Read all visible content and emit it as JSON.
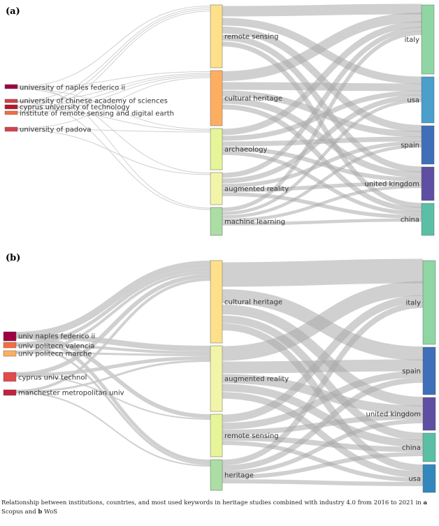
{
  "caption": {
    "text_a": "Relationship between institutions, countries, and most used keywords in heritage studies combined with industry 4.0 from 2016 to 2021 in ",
    "a_marker": "a",
    "text_b": " Scopus and ",
    "b_marker": "b",
    "text_c": " WoS"
  },
  "panels": [
    {
      "id": "a",
      "label": "(a)",
      "institutions": [
        {
          "name": "university of naples federico ii",
          "color": "#9e0142"
        },
        {
          "name": "university of chinese academy of sciences",
          "color": "#d53e4f"
        },
        {
          "name": "cyprus university of technology",
          "color": "#b2182b"
        },
        {
          "name": "institute of remote sensing and digital earth",
          "color": "#f46d43"
        },
        {
          "name": "university of padova",
          "color": "#d6404e"
        }
      ],
      "keywords": [
        {
          "name": "remote sensing",
          "color": "#fee08b"
        },
        {
          "name": "cultural heritage",
          "color": "#fdae61"
        },
        {
          "name": "archaeology",
          "color": "#e6f598"
        },
        {
          "name": "augmented reality",
          "color": "#f2f5a8"
        },
        {
          "name": "machine learning",
          "color": "#abdda4"
        }
      ],
      "countries": [
        {
          "name": "italy",
          "color": "#8fd6a4"
        },
        {
          "name": "usa",
          "color": "#4a9fcb"
        },
        {
          "name": "spain",
          "color": "#3f6fb8"
        },
        {
          "name": "united kingdom",
          "color": "#5e4fa2"
        },
        {
          "name": "china",
          "color": "#5bbfa5"
        }
      ],
      "links_inst_kw": [
        [
          0,
          0
        ],
        [
          0,
          1
        ],
        [
          0,
          2
        ],
        [
          0,
          3
        ],
        [
          0,
          4
        ],
        [
          1,
          0
        ],
        [
          1,
          1
        ],
        [
          1,
          4
        ],
        [
          2,
          0
        ],
        [
          2,
          1
        ],
        [
          2,
          2
        ],
        [
          3,
          0
        ],
        [
          3,
          1
        ],
        [
          4,
          1
        ],
        [
          4,
          2
        ],
        [
          4,
          3
        ]
      ],
      "links_kw_country": [
        [
          0,
          0
        ],
        [
          0,
          1
        ],
        [
          0,
          2
        ],
        [
          0,
          3
        ],
        [
          0,
          4
        ],
        [
          1,
          0
        ],
        [
          1,
          1
        ],
        [
          1,
          2
        ],
        [
          1,
          3
        ],
        [
          1,
          4
        ],
        [
          2,
          0
        ],
        [
          2,
          1
        ],
        [
          2,
          2
        ],
        [
          2,
          3
        ],
        [
          2,
          4
        ],
        [
          3,
          0
        ],
        [
          3,
          1
        ],
        [
          3,
          2
        ],
        [
          3,
          3
        ],
        [
          3,
          4
        ],
        [
          4,
          0
        ],
        [
          4,
          1
        ],
        [
          4,
          2
        ],
        [
          4,
          3
        ],
        [
          4,
          4
        ]
      ]
    },
    {
      "id": "b",
      "label": "(b)",
      "institutions": [
        {
          "name": "univ naples federico ii",
          "color": "#9e0142"
        },
        {
          "name": "univ politecn valencia",
          "color": "#f46d43"
        },
        {
          "name": "univ politecn marche",
          "color": "#fdae61"
        },
        {
          "name": "cyprus univ technol",
          "color": "#e34a4a"
        },
        {
          "name": "manchester metropolitan univ",
          "color": "#c2223f"
        }
      ],
      "keywords": [
        {
          "name": "cultural heritage",
          "color": "#fee08b"
        },
        {
          "name": "augmented reality",
          "color": "#f2f5a8"
        },
        {
          "name": "remote sensing",
          "color": "#e6f598"
        },
        {
          "name": "heritage",
          "color": "#abdda4"
        }
      ],
      "countries": [
        {
          "name": "italy",
          "color": "#8fd6a4"
        },
        {
          "name": "spain",
          "color": "#3f6fb8"
        },
        {
          "name": "united kingdom",
          "color": "#5e4fa2"
        },
        {
          "name": "china",
          "color": "#5bbfa5"
        },
        {
          "name": "usa",
          "color": "#3288bd"
        }
      ],
      "links_inst_kw": [
        [
          0,
          0
        ],
        [
          0,
          1
        ],
        [
          0,
          2
        ],
        [
          0,
          3
        ],
        [
          1,
          0
        ],
        [
          1,
          1
        ],
        [
          1,
          3
        ],
        [
          2,
          0
        ],
        [
          2,
          1
        ],
        [
          3,
          0
        ],
        [
          3,
          1
        ],
        [
          3,
          2
        ],
        [
          4,
          0
        ],
        [
          4,
          1
        ],
        [
          4,
          3
        ]
      ],
      "links_kw_country": [
        [
          0,
          0
        ],
        [
          0,
          1
        ],
        [
          0,
          2
        ],
        [
          0,
          3
        ],
        [
          0,
          4
        ],
        [
          1,
          0
        ],
        [
          1,
          1
        ],
        [
          1,
          2
        ],
        [
          1,
          3
        ],
        [
          1,
          4
        ],
        [
          2,
          0
        ],
        [
          2,
          1
        ],
        [
          2,
          2
        ],
        [
          2,
          3
        ],
        [
          2,
          4
        ],
        [
          3,
          0
        ],
        [
          3,
          1
        ],
        [
          3,
          2
        ],
        [
          3,
          3
        ],
        [
          3,
          4
        ]
      ]
    }
  ]
}
